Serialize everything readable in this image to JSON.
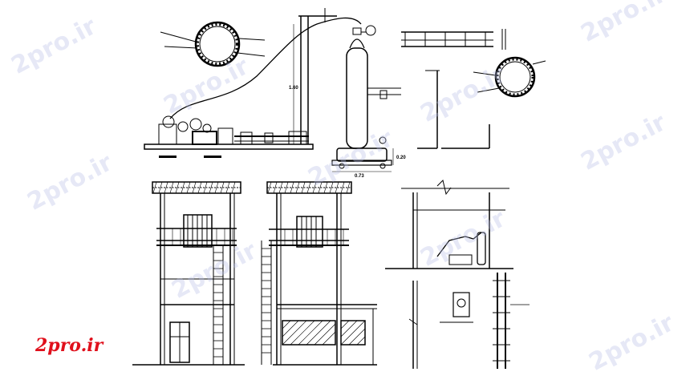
{
  "brand": {
    "text": "2pro.ir",
    "color": "#e0101c"
  },
  "watermarks": [
    "2pro.ir",
    "2pro.ir",
    "2pro.ir",
    "2pro.ir",
    "2pro.ir",
    "2pro.ir",
    "2pro.ir",
    "2pro.ir",
    "2pro.ir",
    "2pro.ir"
  ],
  "dimensions": {
    "mast_height": "1.60",
    "base_height": "0.20",
    "base_width": "0.73"
  },
  "colors": {
    "line": "#000000",
    "watermark": "#b8c0e8"
  }
}
